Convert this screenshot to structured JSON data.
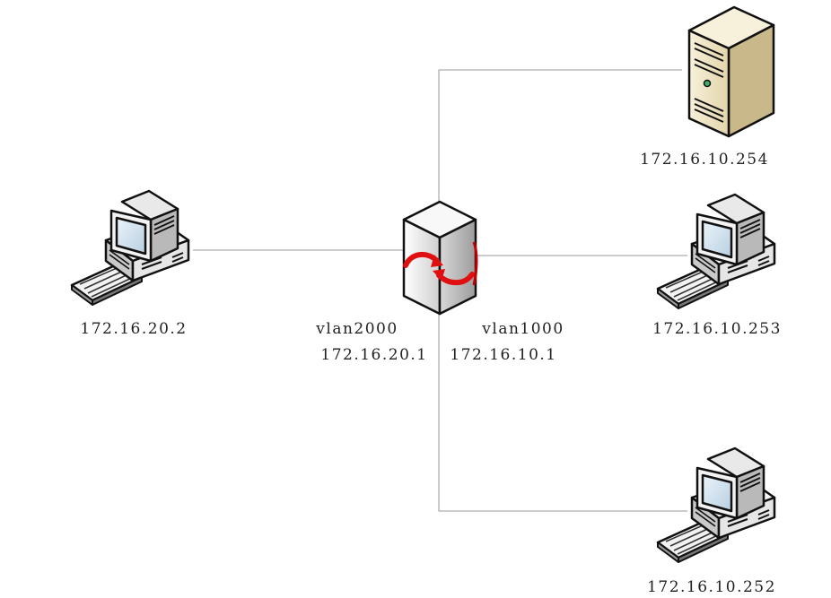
{
  "diagram": {
    "nodes": {
      "pc_left": {
        "icon": "desktop-computer-icon",
        "ip": "172.16.20.2"
      },
      "switch": {
        "icon": "layer3-switch-icon",
        "left_vlan": "vlan2000",
        "left_ip": "172.16.20.1",
        "right_vlan": "vlan1000",
        "right_ip": "172.16.10.1"
      },
      "server": {
        "icon": "server-tower-icon",
        "ip": "172.16.10.254"
      },
      "pc_right1": {
        "icon": "desktop-computer-icon",
        "ip": "172.16.10.253"
      },
      "pc_right2": {
        "icon": "desktop-computer-icon",
        "ip": "172.16.10.252"
      }
    },
    "colors": {
      "link": "#9a9a9a",
      "arrow": "#e01010",
      "server_body": "#efe6c8",
      "pc_body": "#f4f4f4"
    }
  }
}
